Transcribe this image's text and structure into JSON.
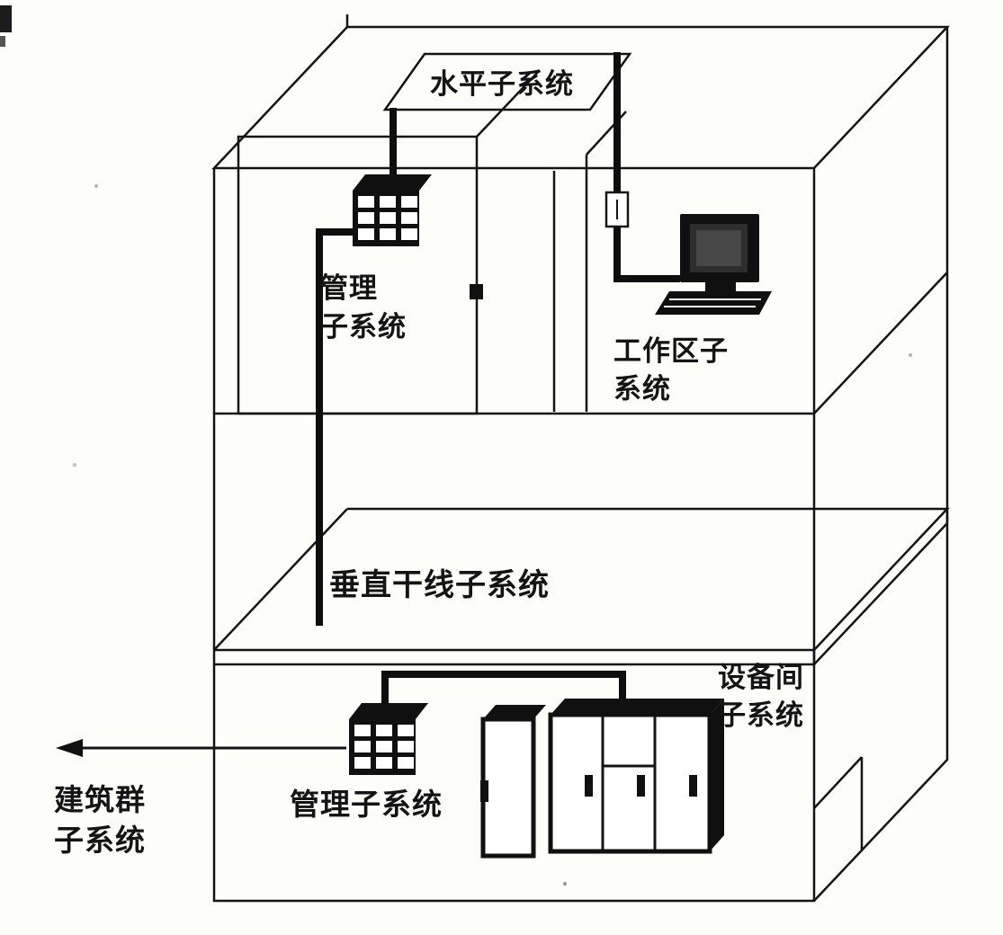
{
  "figure": {
    "type": "structured-cabling-system-diagram",
    "labels": {
      "horizontal": "水平子系统",
      "management_upper": [
        "管理",
        "子系统"
      ],
      "work_area": [
        "工作区子",
        "系统"
      ],
      "backbone": "垂直干线子系统",
      "equipment_room": [
        "设备间",
        "子系统"
      ],
      "management_lower": "管理子系统",
      "campus": [
        "建筑群",
        "子系统"
      ]
    },
    "icons": {
      "patch_panel_upper": "patch-panel-grid-icon",
      "patch_panel_lower": "patch-panel-grid-icon",
      "workstation": "desktop-computer-icon",
      "wall_outlet": "wall-outlet-icon",
      "cabinet_small": "equipment-cabinet-icon",
      "cabinet_large": "equipment-rack-icon",
      "campus_arrow": "left-arrow-icon"
    },
    "colors": {
      "ink": "#141414",
      "cable": "#0e0e0e",
      "icon_fill": "#101010",
      "paper": "#fdfdfa"
    }
  }
}
